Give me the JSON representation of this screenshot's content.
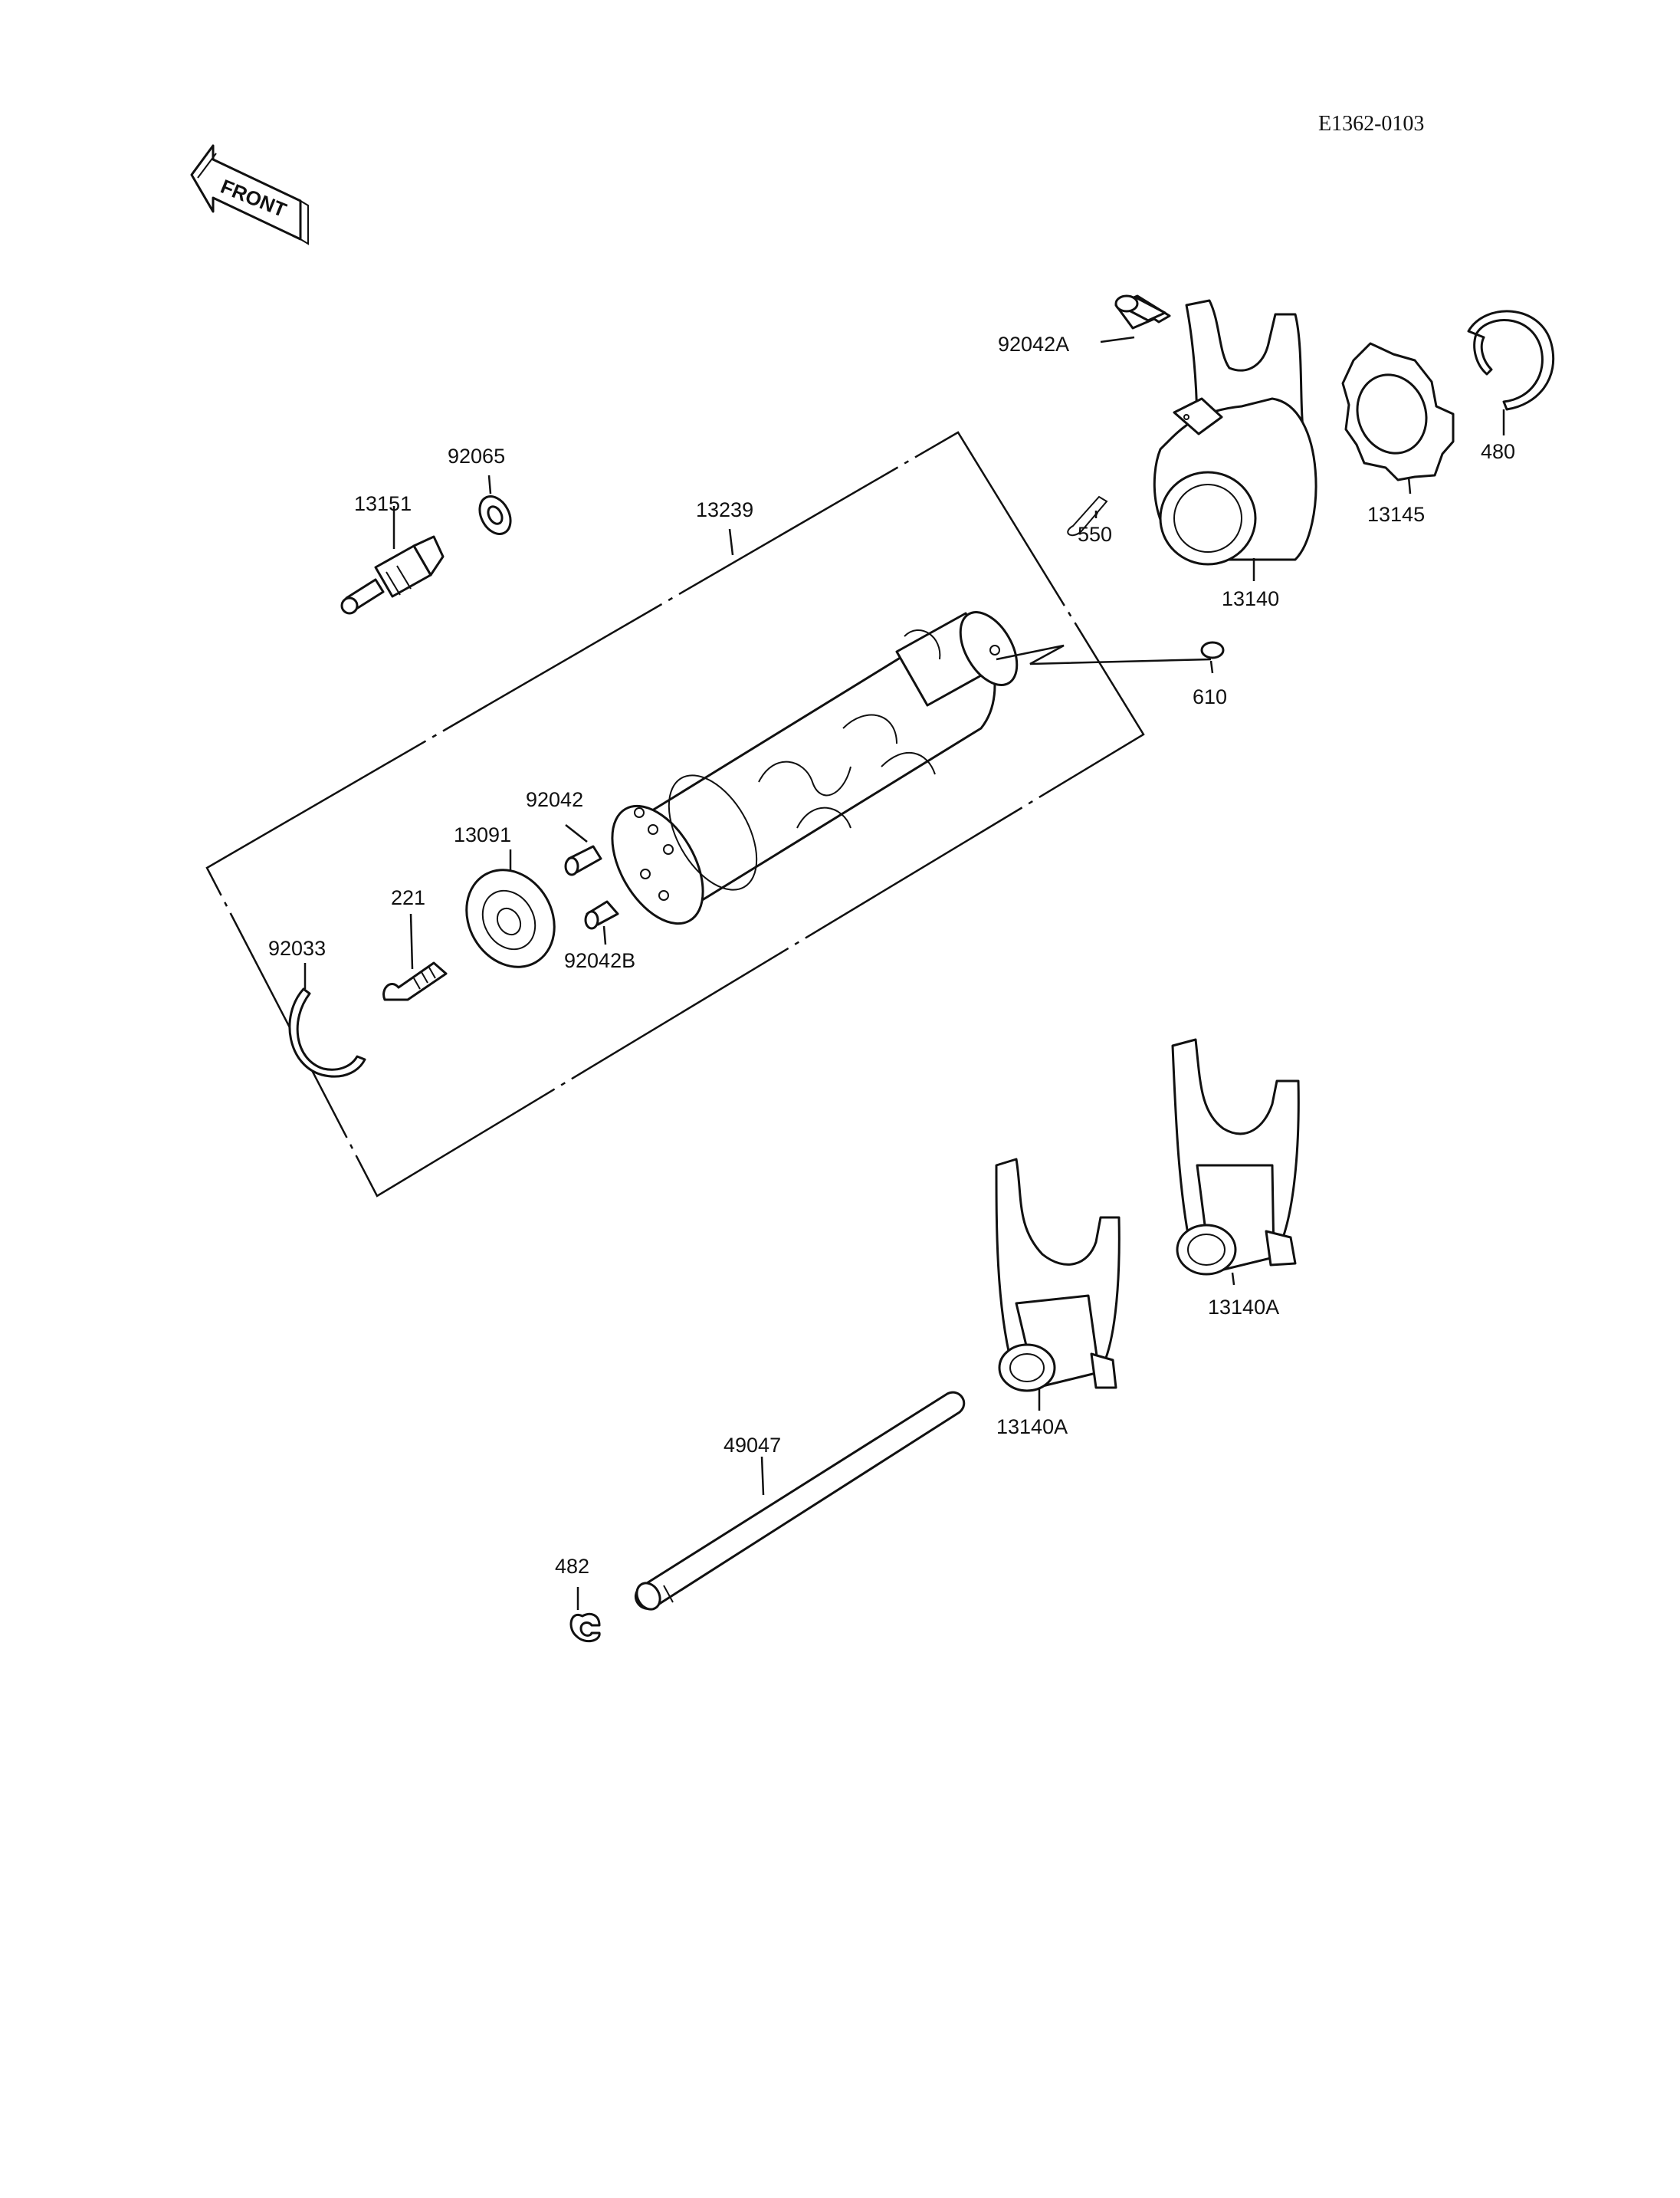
{
  "diagram_code": "E1362-0103",
  "front_label": "FRONT",
  "parts": {
    "p13151": "13151",
    "p92065": "92065",
    "p13239": "13239",
    "p92042A": "92042A",
    "p550": "550",
    "p13140": "13140",
    "p13145": "13145",
    "p480": "480",
    "p610": "610",
    "p92042": "92042",
    "p13091": "13091",
    "p221": "221",
    "p92033": "92033",
    "p92042B": "92042B",
    "p13140A_left": "13140A",
    "p13140A_right": "13140A",
    "p49047": "49047",
    "p482": "482"
  }
}
